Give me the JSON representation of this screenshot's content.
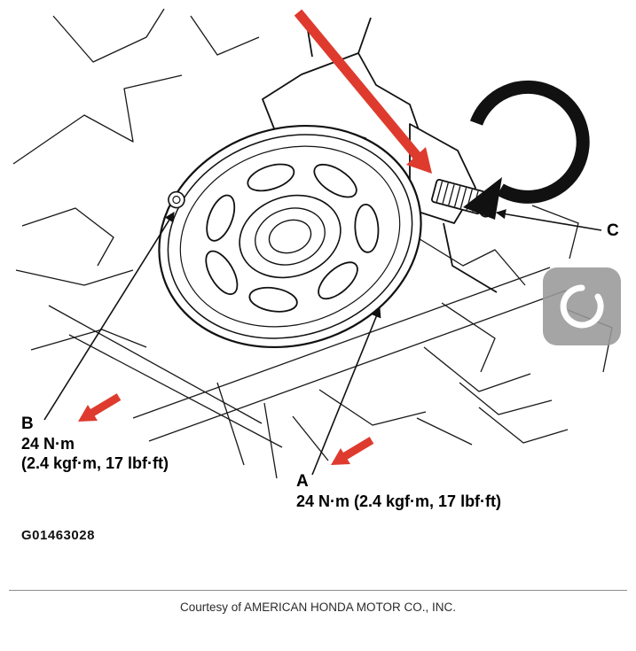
{
  "diagram": {
    "callouts": {
      "a": {
        "letter": "A",
        "torque": "24 N·m (2.4 kgf·m, 17 lbf·ft)"
      },
      "b": {
        "letter": "B",
        "torque_value": "24 N·m",
        "torque_detail": "(2.4 kgf·m, 17 lbf·ft)"
      },
      "c": {
        "letter": "C"
      }
    },
    "figure_code": "G01463028",
    "footer": {
      "courtesy": "Courtesy of AMERICAN HONDA MOTOR CO., INC."
    },
    "colors": {
      "arrow_red": "#de3b2e",
      "line_black": "#111111",
      "overlay_gray": "#999999",
      "overlay_glyph_white": "#ffffff"
    },
    "icons": {
      "rotation_arrow": "clockwise-rotation-arrow-icon",
      "overlay_button": "rotate-refresh-icon",
      "pointer_arrows": "red-pointer-arrow-icon"
    }
  }
}
